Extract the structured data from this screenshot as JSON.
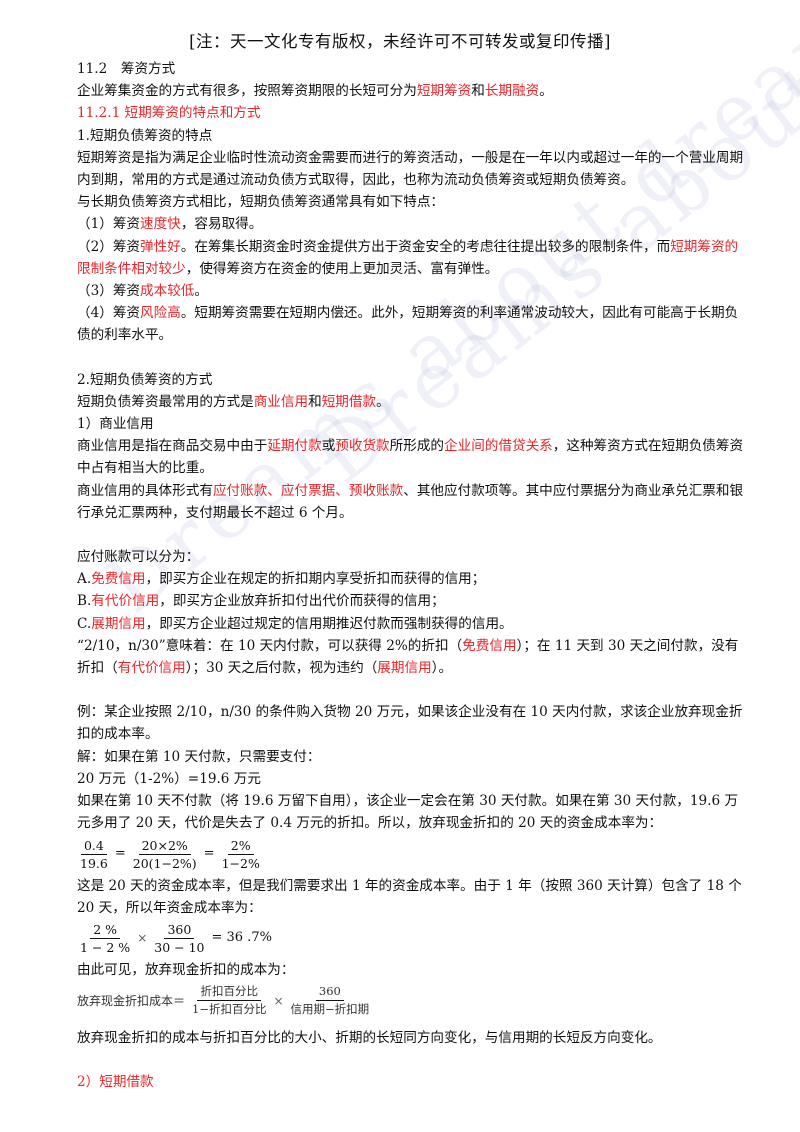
{
  "notice": "[注：天一文化专有版权，未经许可不可转发或复印传播]",
  "watermark": "Dreams about dreams",
  "s1": [
    "11.2　筹资方式"
  ],
  "s2": [
    "企业筹集资金的方式有很多，按照筹资期限的长短可分为",
    "短期筹资",
    "和",
    "长期融资",
    "。"
  ],
  "s3": [
    "11.2.1 短期筹资的特点和方式"
  ],
  "s4": [
    "1.短期负债筹资的特点"
  ],
  "s5": [
    "短期筹资是指为满足企业临时性流动资金需要而进行的筹资活动，一般是在一年以内或超过一年的一个营业周期内到期，常用的方式是通过流动负债方式取得，因此，也称为流动负债筹资或短期负债筹资。"
  ],
  "s6": [
    "与长期负债筹资方式相比，短期负债筹资通常具有如下特点："
  ],
  "s7": [
    "（1）筹资",
    "速度快",
    "，容易取得。"
  ],
  "s8": [
    "（2）筹资",
    "弹性好",
    "。在筹集长期资金时资金提供方出于资金安全的考虑往往提出较多的限制条件，而",
    "短期筹资的限制条件相对较少",
    "，使得筹资方在资金的使用上更加灵活、富有弹性。"
  ],
  "s9": [
    "（3）筹资",
    "成本较低",
    "。"
  ],
  "s10": [
    "（4）筹资",
    "风险高",
    "。短期筹资需要在短期内偿还。此外，短期筹资的利率通常波动较大，因此有可能高于长期负债的利率水平。"
  ],
  "s11": [
    "2.短期负债筹资的方式"
  ],
  "s12": [
    "短期负债筹资最常用的方式是",
    "商业信用",
    "和",
    "短期借款",
    "。"
  ],
  "s13": [
    "1）商业信用"
  ],
  "s14": [
    "商业信用是指在商品交易中由于",
    "延期付款",
    "或",
    "预收货款",
    "所形成的",
    "企业间的借贷关系",
    "，这种筹资方式在短期负债筹资中占有相当大的比重。"
  ],
  "s15": [
    "商业信用的具体形式有",
    "应付账款、应付票据、预收账款",
    "、其他应付款项等。其中应付票据分为商业承兑汇票和银行承兑汇票两种，支付期最长不超过 6 个月。"
  ],
  "s16": [
    "应付账款可以分为："
  ],
  "s17": [
    "A.",
    "免费信用",
    "，即买方企业在规定的折扣期内享受折扣而获得的信用；"
  ],
  "s18": [
    "B.",
    "有代价信用",
    "，即买方企业放弃折扣付出代价而获得的信用；"
  ],
  "s19": [
    "C.",
    "展期信用",
    "，即买方企业超过规定的信用期推迟付款而强制获得的信用。"
  ],
  "s20": [
    "“2/10，n/30”意味着：在 10 天内付款，可以获得 2%的折扣（",
    "免费信用",
    "）；在 11 天到 30 天之间付款，没有折扣（",
    "有代价信用",
    "）；30 天之后付款，视为违约（",
    "展期信用",
    "）。"
  ],
  "s21": [
    "例：某企业按照 2/10，n/30 的条件购入货物 20 万元，如果该企业没有在 10 天内付款，求该企业放弃现金折扣的成本率。"
  ],
  "s22": [
    "解：如果在第 10 天付款，只需要支付："
  ],
  "s23": [
    "20 万元（1-2%）=19.6 万元"
  ],
  "s24": [
    "如果在第 10 天不付款（将 19.6 万留下自用），该企业一定会在第 30 天付款。如果在第 30 天付款，19.6 万元多用了 20 天，代价是失去了 0.4 万元的折扣。所以，放弃现金折扣的 20 天的资金成本率为："
  ],
  "f1": {
    "a_num": "0.4",
    "a_den": "19.6",
    "eq1": "=",
    "b_num": "20×2%",
    "b_den": "20(1−2%)",
    "eq2": "=",
    "c_num": "2%",
    "c_den": "1−2%"
  },
  "s25": [
    "这是 20 天的资金成本率，但是我们需要求出 1 年的资金成本率。由于 1 年（按照 360 天计算）包含了 18 个 20 天，所以年资金成本率为："
  ],
  "f2": {
    "a_num": "2 %",
    "a_den": "1 − 2 %",
    "times": "×",
    "b_num": "360",
    "b_den": "30 − 10",
    "result": "= 36 .7%"
  },
  "s26": [
    "由此可见，放弃现金折扣的成本为："
  ],
  "f3": {
    "lead": "放弃现金折扣成本＝",
    "a_num": "折扣百分比",
    "a_den": "1−折扣百分比",
    "times": "×",
    "b_num": "360",
    "b_den": "信用期−折扣期"
  },
  "s27": [
    "放弃现金折扣的成本与折扣百分比的大小、折期的长短同方向变化，与信用期的长短反方向变化。"
  ],
  "s28": [
    "2）短期借款"
  ]
}
